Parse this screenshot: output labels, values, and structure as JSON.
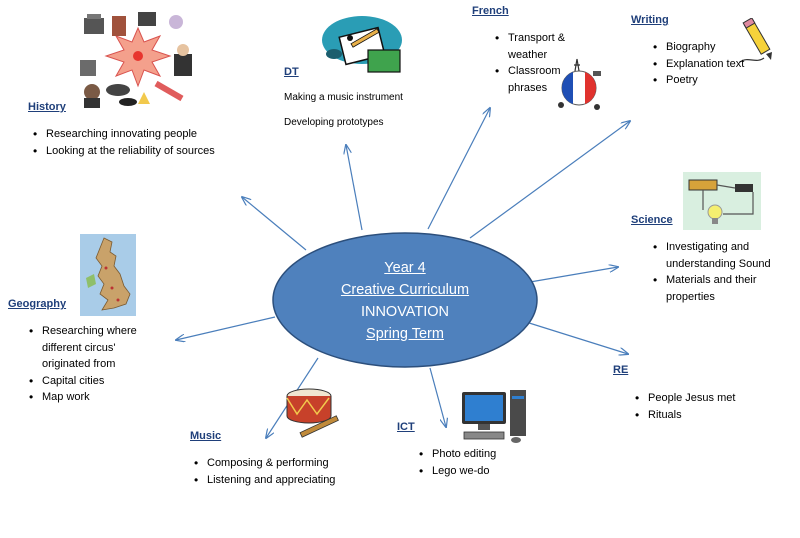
{
  "hub": {
    "line1": "Year 4",
    "line2": "Creative Curriculum",
    "line3": "INNOVATION",
    "line4": "Spring Term"
  },
  "history": {
    "heading": "History",
    "items": [
      "Researching innovating people",
      "Looking at the reliability of sources"
    ]
  },
  "dt": {
    "heading": "DT",
    "items": [
      "Making a music instrument",
      "Developing prototypes"
    ]
  },
  "french": {
    "heading": "French",
    "items": [
      "Transport & weather",
      "Classroom phrases"
    ]
  },
  "writing": {
    "heading": "Writing",
    "items": [
      "Biography",
      "Explanation text",
      "Poetry"
    ]
  },
  "science": {
    "heading": "Science",
    "items": [
      "Investigating and understanding Sound",
      "Materials and their properties"
    ]
  },
  "geography": {
    "heading": "Geography",
    "items": [
      "Researching where different circus' originated from",
      "Capital cities",
      "Map work"
    ]
  },
  "re": {
    "heading": "RE",
    "items": [
      "People Jesus met",
      "Rituals"
    ]
  },
  "ict": {
    "heading": "ICT",
    "items": [
      "Photo editing",
      "Lego we-do"
    ]
  },
  "music": {
    "heading": "Music",
    "items": [
      "Composing & performing",
      "Listening and appreciating"
    ]
  },
  "colors": {
    "hub_fill": "#4f81bd",
    "hub_stroke": "#2c4f7c",
    "arrow": "#4a7ebb",
    "heading": "#1f3f7a"
  }
}
